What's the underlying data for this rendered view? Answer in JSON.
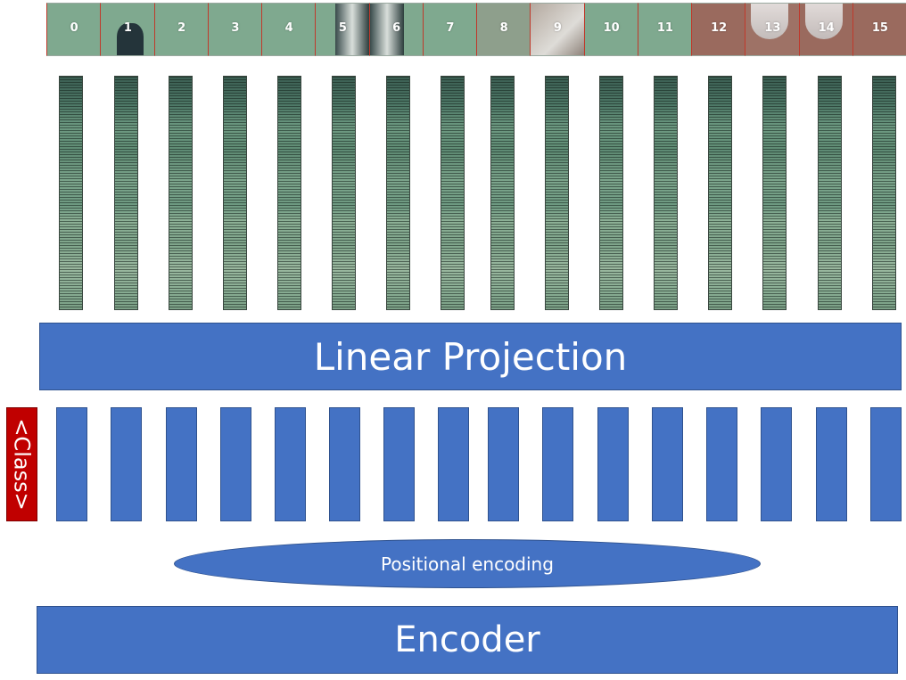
{
  "patches": [
    "0",
    "1",
    "2",
    "3",
    "4",
    "5",
    "6",
    "7",
    "8",
    "9",
    "10",
    "11",
    "12",
    "13",
    "14",
    "15"
  ],
  "patch_colors": [
    "#7fa98f",
    "#7fa98f",
    "#7fa98f",
    "#7fa98f",
    "#7fa98f",
    "#7fa98f",
    "#7fa98f",
    "#7fa98f",
    "#8e9f8c",
    "#95a594",
    "#7fa98f",
    "#7fa98f",
    "#9a6a5e",
    "#9e7266",
    "#9a6a5e",
    "#9a6a5e"
  ],
  "class_token_label": "<Class>",
  "linear_projection_label": "Linear Projection",
  "positional_encoding_label": "Positional encoding",
  "encoder_label": "Encoder",
  "colors": {
    "block_blue": "#4472c4",
    "class_red": "#c00000",
    "patch_green": "#7fa98f"
  }
}
